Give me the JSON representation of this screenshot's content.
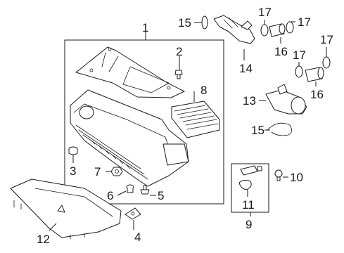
{
  "callouts": {
    "c1": "1",
    "c2": "2",
    "c3": "3",
    "c4": "4",
    "c5": "5",
    "c6": "6",
    "c7": "7",
    "c8": "8",
    "c9": "9",
    "c10": "10",
    "c11": "11",
    "c12": "12",
    "c13": "13",
    "c14": "14",
    "c15a": "15",
    "c15b": "15",
    "c16a": "16",
    "c16b": "16",
    "c17a": "17",
    "c17b": "17",
    "c17c": "17",
    "c17d": "17"
  }
}
